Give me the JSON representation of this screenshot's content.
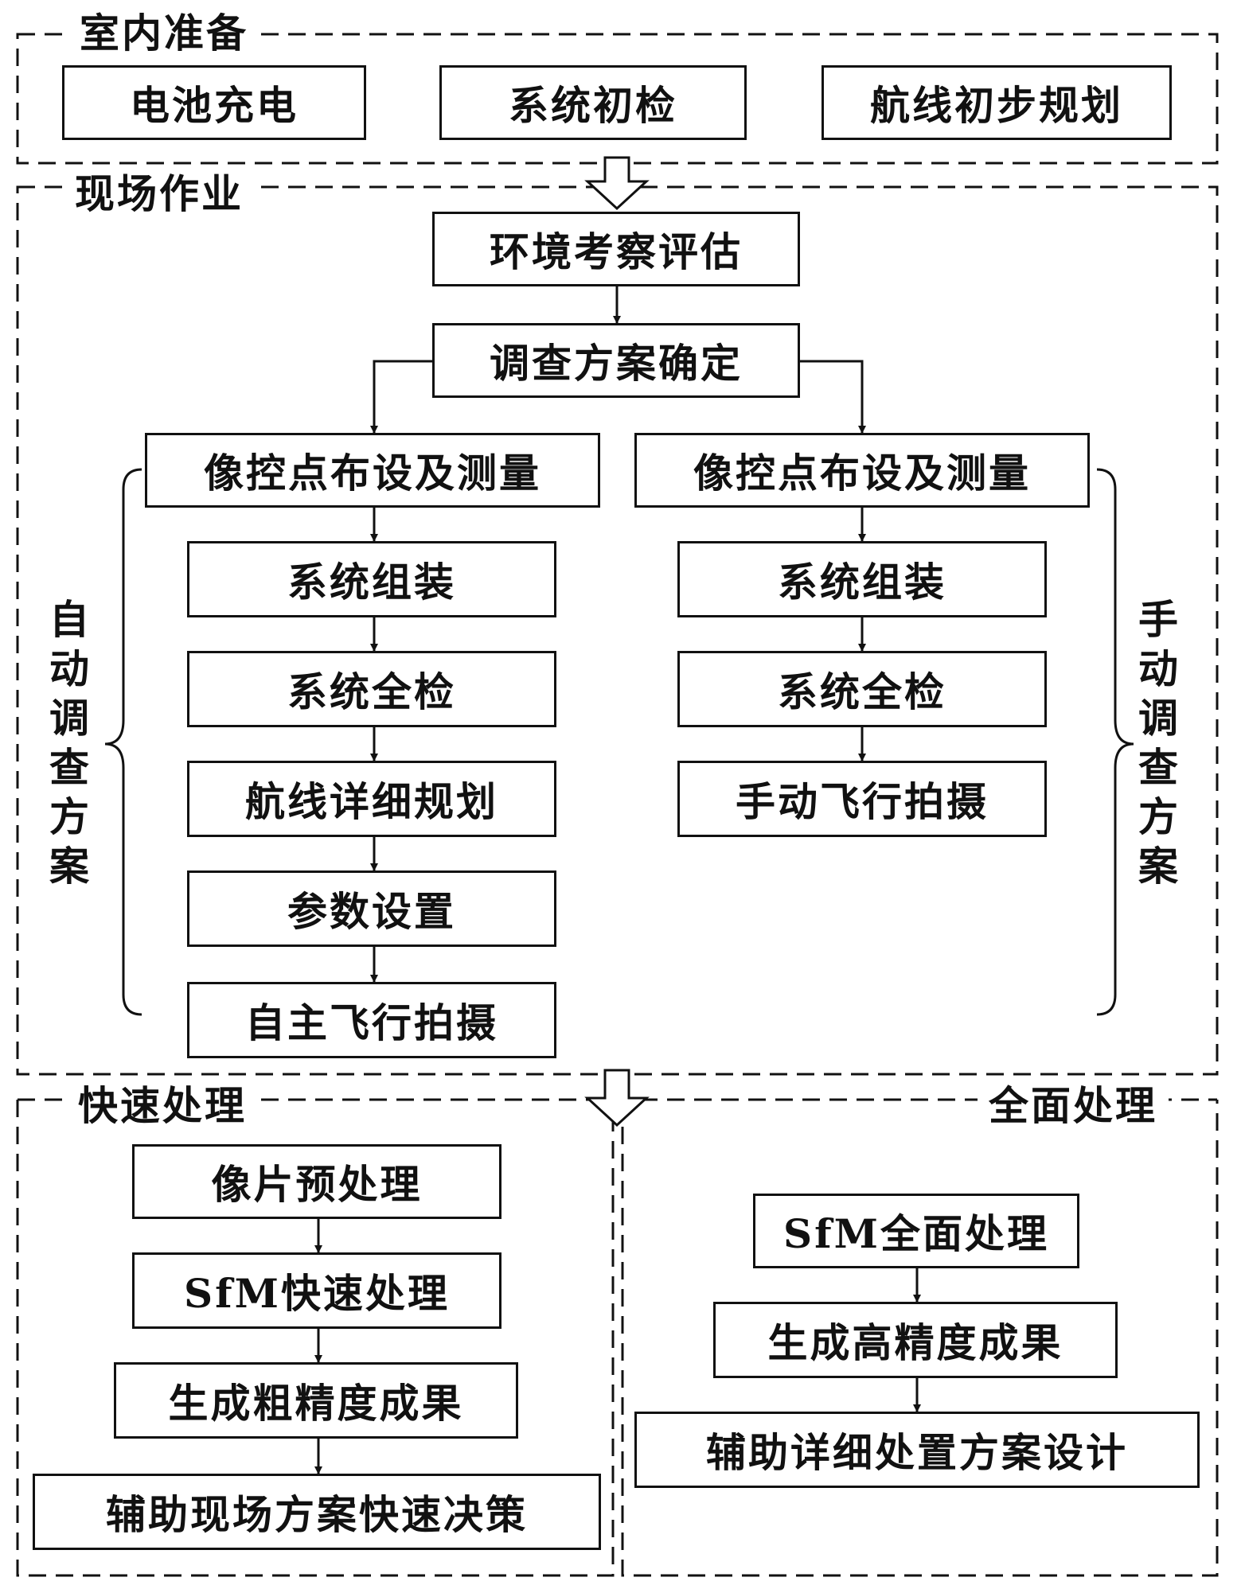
{
  "sections": {
    "indoor": "室内准备",
    "field": "现场作业",
    "quick": "快速处理",
    "full": "全面处理"
  },
  "indoor": {
    "battery": "电池充电",
    "init_check": "系统初检",
    "route_plan": "航线初步规划"
  },
  "field": {
    "env": "环境考察评估",
    "plan": "调查方案确定",
    "auto": {
      "label": "自动调查方案",
      "gcp": "像控点布设及测量",
      "assemble": "系统组装",
      "full_check": "系统全检",
      "route_detail": "航线详细规划",
      "params": "参数设置",
      "flight": "自主飞行拍摄"
    },
    "manual": {
      "label": "手动调查方案",
      "gcp": "像控点布设及测量",
      "assemble": "系统组装",
      "full_check": "系统全检",
      "flight": "手动飞行拍摄"
    }
  },
  "quick": {
    "preprocess": "像片预处理",
    "sfm": "SfM快速处理",
    "coarse": "生成粗精度成果",
    "decision": "辅助现场方案快速决策"
  },
  "full": {
    "sfm": "SfM全面处理",
    "high": "生成高精度成果",
    "design": "辅助详细处置方案设计"
  }
}
